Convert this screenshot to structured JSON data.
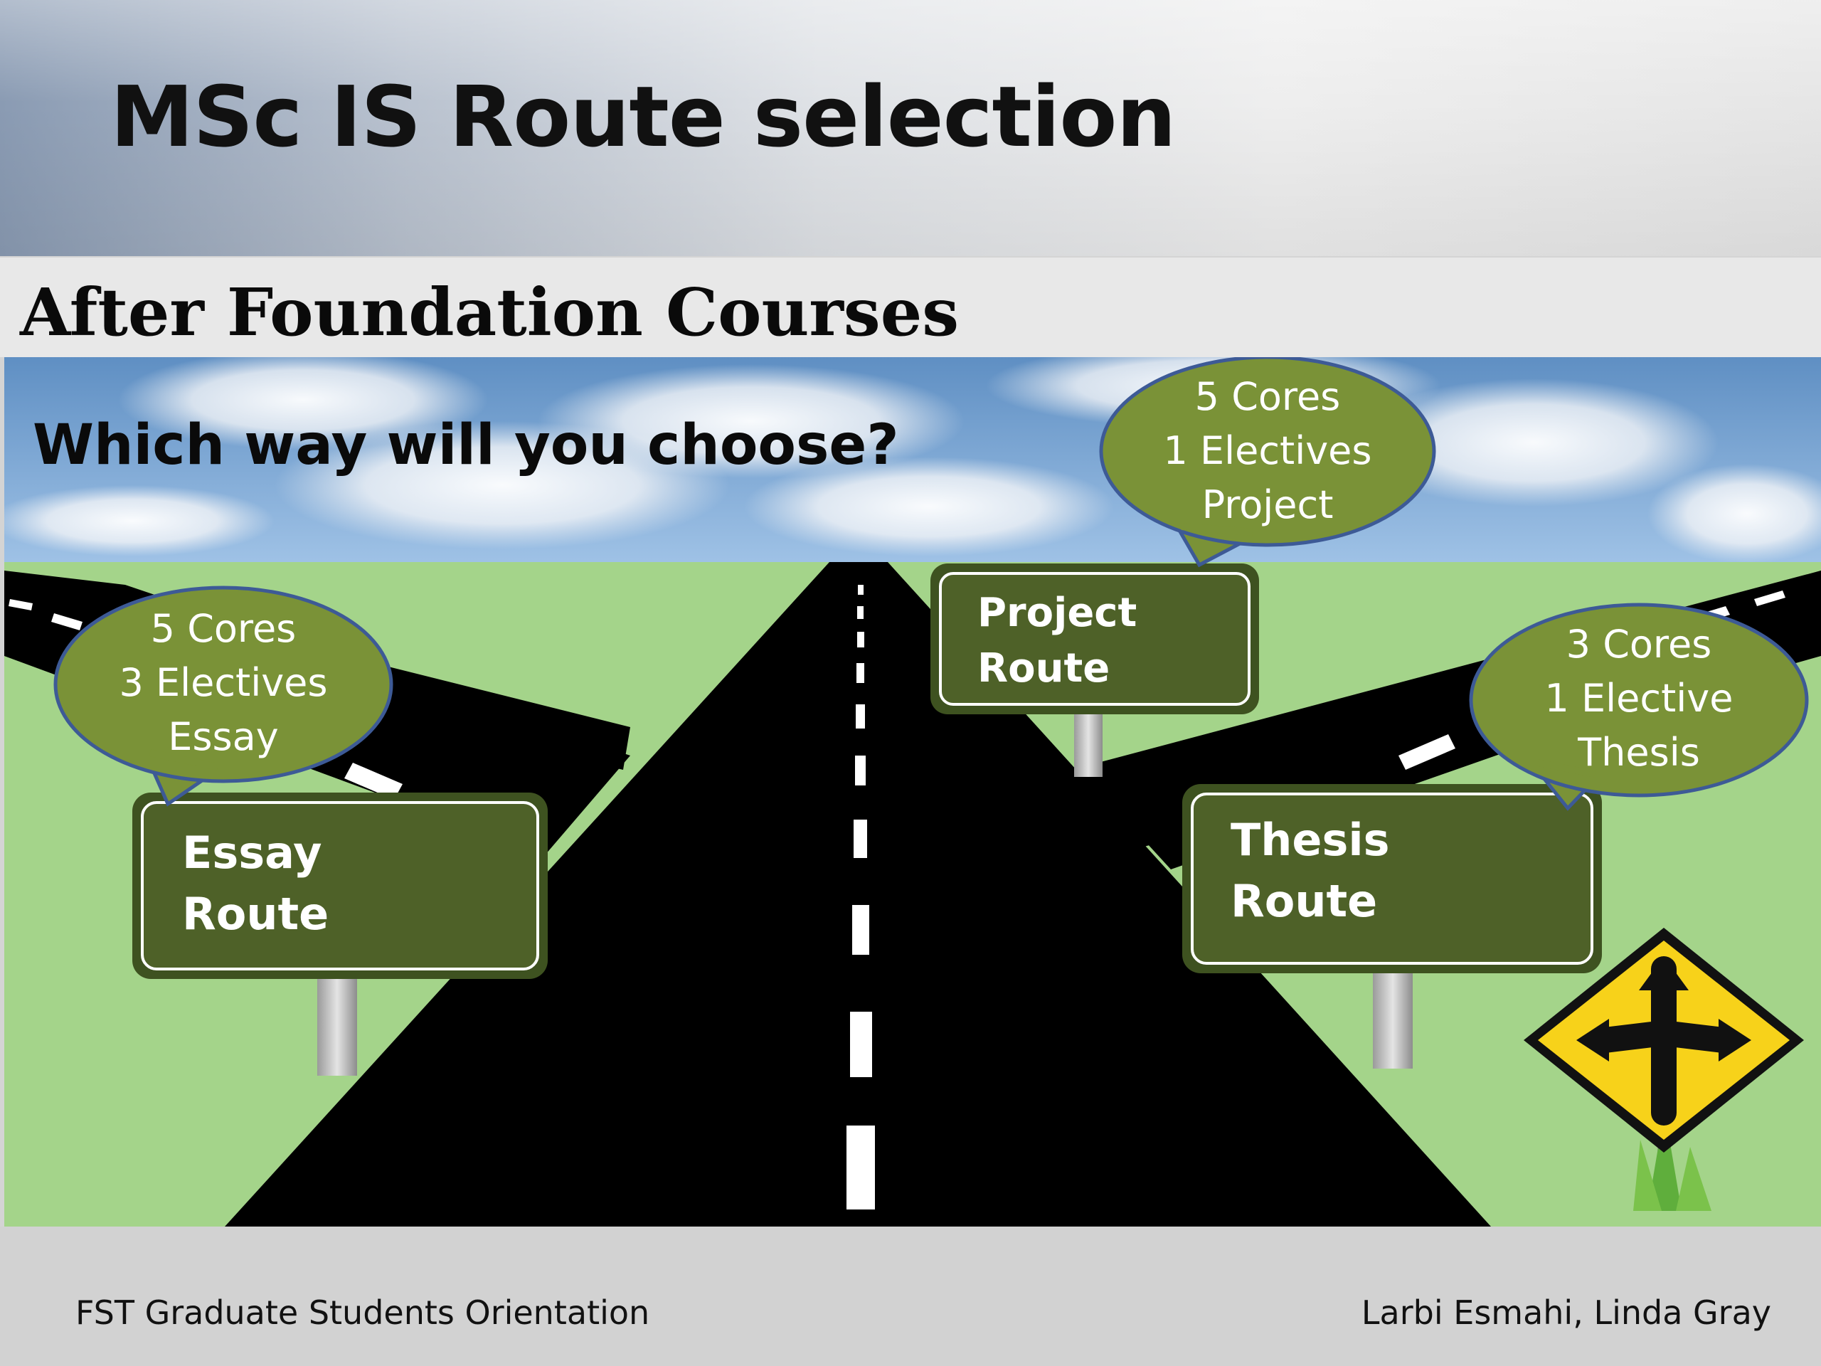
{
  "slide": {
    "title": "MSc IS Route selection",
    "subtitle": "After Foundation Courses",
    "question": "Which way will you choose?",
    "routes": {
      "essay": {
        "sign_line1": "Essay",
        "sign_line2": "Route",
        "bubble_lines": [
          "5 Cores",
          "3 Electives",
          "Essay"
        ]
      },
      "project": {
        "sign_line1": "Project",
        "sign_line2": "Route",
        "bubble_lines": [
          "5 Cores",
          "1 Electives",
          "Project"
        ]
      },
      "thesis": {
        "sign_line1": "Thesis",
        "sign_line2": "Route",
        "bubble_lines": [
          "3 Cores",
          "1 Elective",
          "Thesis"
        ]
      }
    },
    "footer_left": "FST Graduate Students Orientation",
    "footer_right": "Larbi Esmahi, Linda Gray"
  },
  "colors": {
    "bubble_fill": "#7a9237",
    "bubble_stroke": "#3d5a96",
    "sign_fill": "#4e6128",
    "grass": "#a4d48a",
    "road": "#000000",
    "warning_sign": "#f7d21a"
  },
  "icons": [
    "three-way-junction-warning-icon",
    "cloud-sky-background"
  ]
}
